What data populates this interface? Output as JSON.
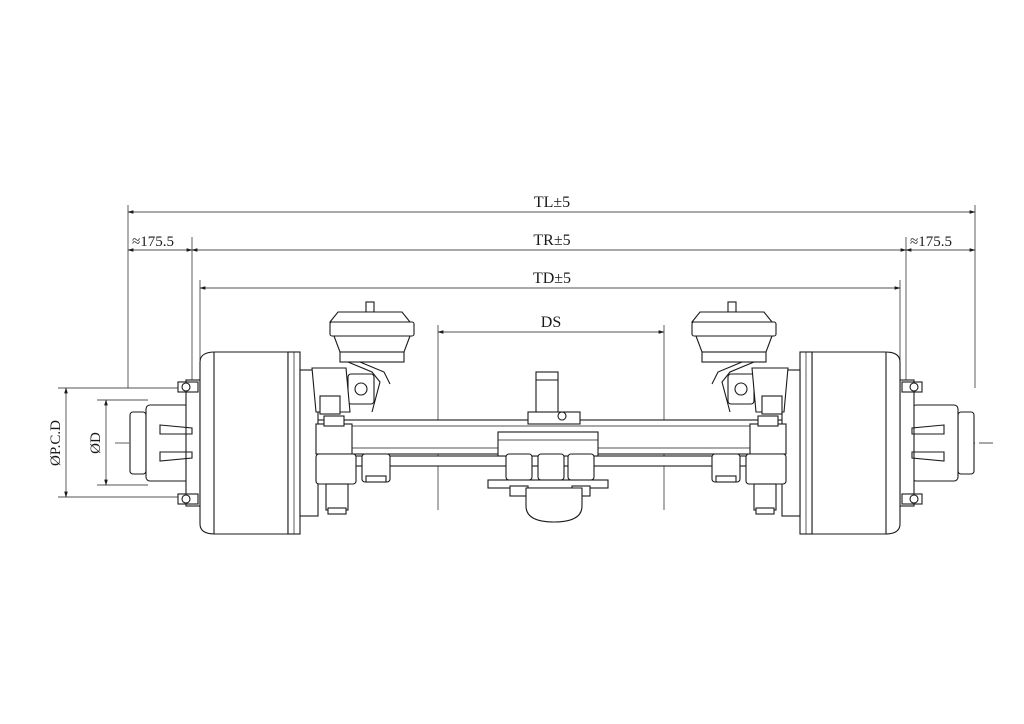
{
  "dimensions": {
    "overall_length": "TL±5",
    "spring_track": "TR±5",
    "drum_track": "TD±5",
    "spring_distance": "DS",
    "left_offset": "≈175.5",
    "right_offset": "≈175.5",
    "pitch_circle_diameter": "ØP.C.D",
    "hub_diameter": "ØD"
  },
  "colors": {
    "line": "#1a1a1a",
    "background": "#ffffff"
  }
}
